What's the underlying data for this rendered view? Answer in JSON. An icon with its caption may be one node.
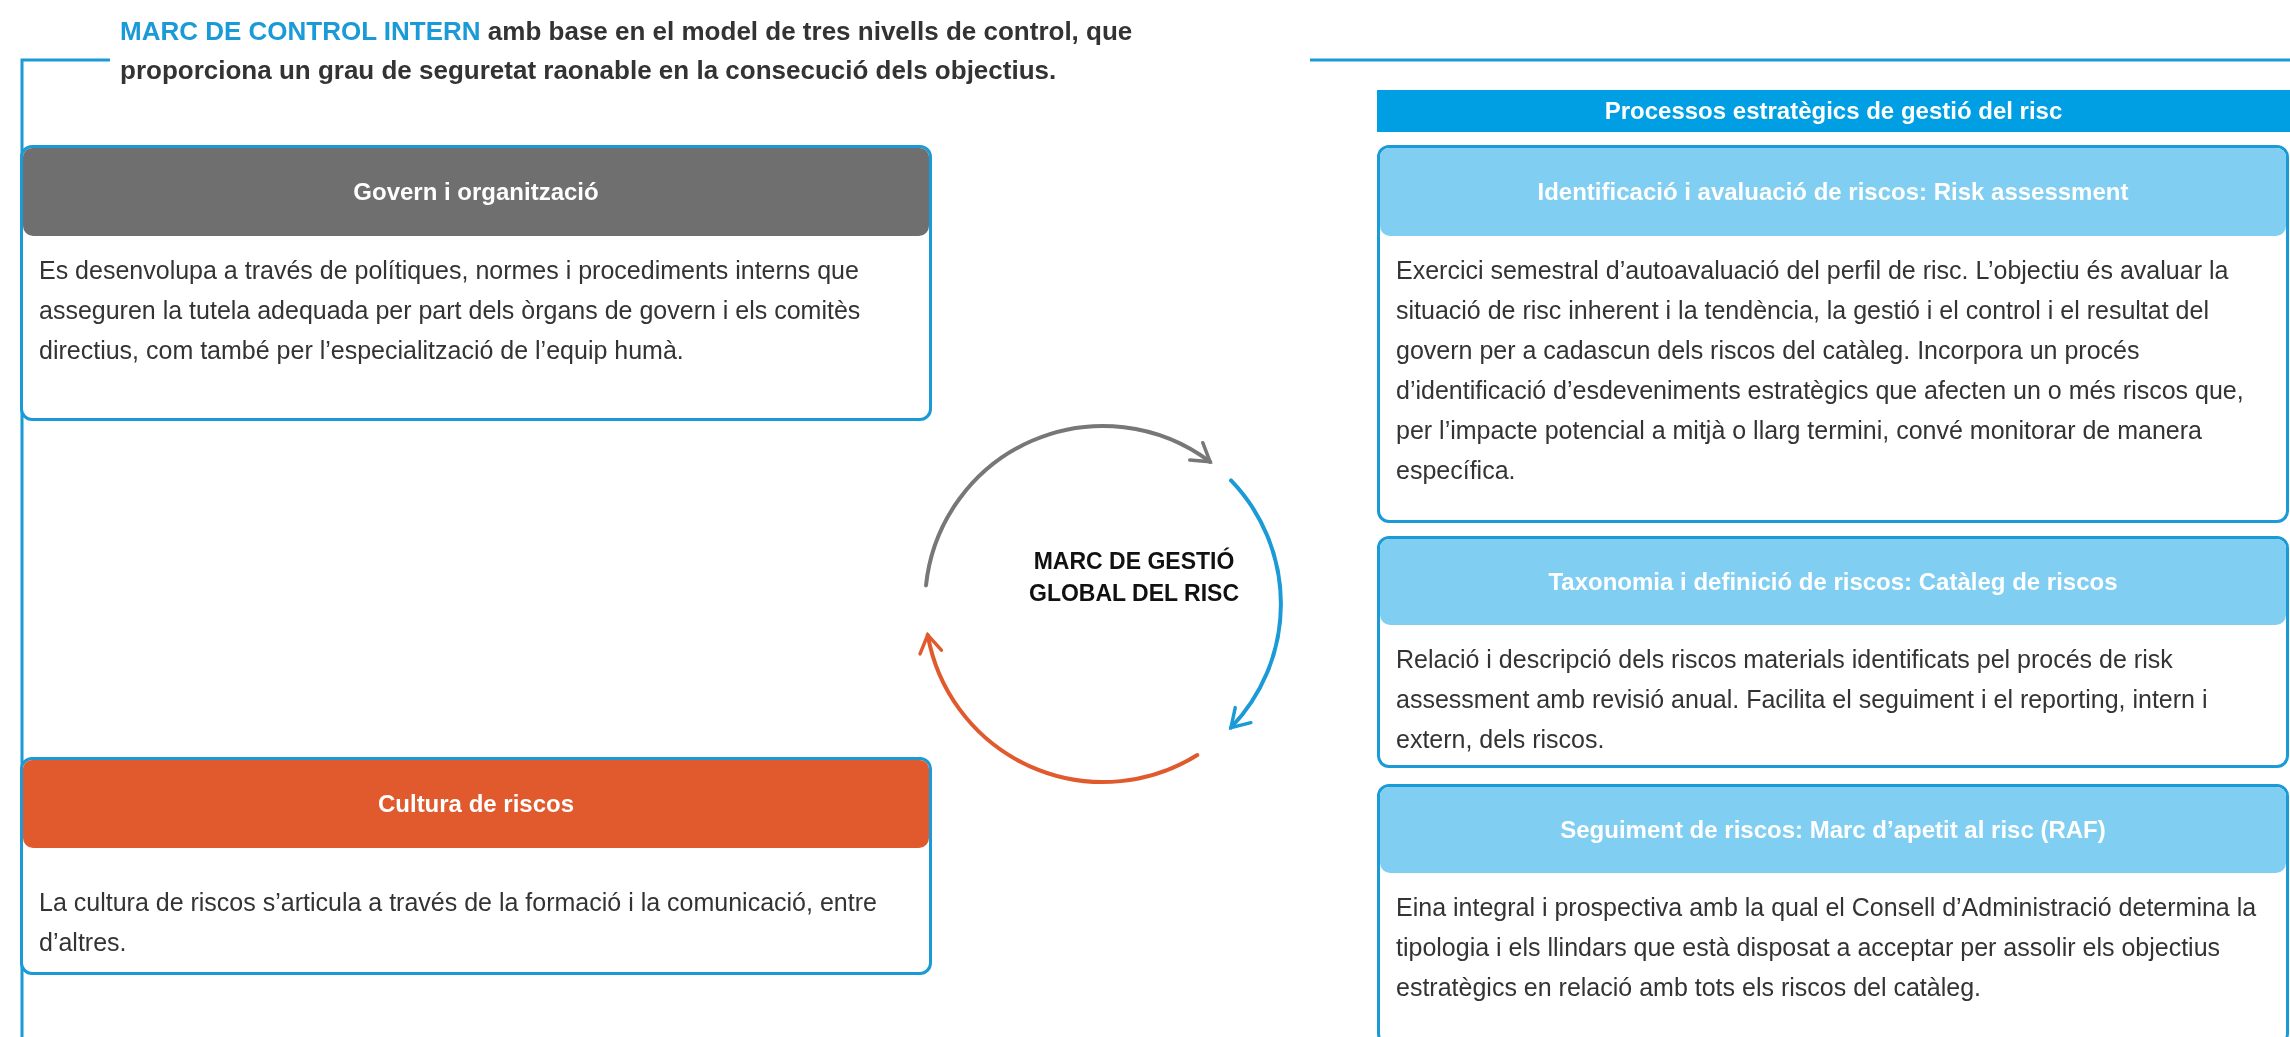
{
  "diagram": {
    "nodes": [
      {
        "text": [
          "MARC DE CONTROL INTERN",
          "amb base en el model de tres nivells de control, que proporciona un grau de seguretat raonable en la consecució dels objectius."
        ]
      },
      {
        "text": [
          "Govern i organització",
          "Es desenvolupa a través de polítiques, normes i procediments interns que asseguren la tutela adequada per part dels òrgans de govern i els comitès directius, com també per l’especialització de l’equip humà."
        ],
        "in": 0
      },
      {
        "text": [
          "Cultura de riscos",
          "La cultura de riscos s’articula a través de la formació i la comunicació, entre d’altres."
        ],
        "in": 0
      },
      {
        "text": [
          "MARC DE GESTIÓ GLOBAL DEL RISC"
        ],
        "in": 0
      },
      {
        "text": [
          "Processos estratègics de gestió del risc"
        ]
      },
      {
        "text": [
          "Identificació i avaluació de riscos: Risk assessment",
          "Exercici semestral d’autoavaluació del perfil de risc. L’objectiu és avaluar la situació de risc inherent i la tendència, la gestió i el control i el resultat del govern per a cadascun dels riscos del catàleg. Incorpora un procés d’identificació d’esdeveniments estratègics que afecten un o més riscos que, per l’impacte potencial a mitjà o llarg termini, convé monitorar de manera específica."
        ]
      },
      {
        "text": [
          "Taxonomia i definició de riscos: Catàleg de riscos",
          "Relació i descripció dels riscos materials identificats pel procés de risk assessment amb revisió anual. Facilita el seguiment i el reporting, intern i extern, dels riscos."
        ]
      },
      {
        "text": [
          "Seguiment de riscos: Marc d’apetit al risc (RAF)",
          "Eina integral i prospectiva amb la qual el Consell d’Administració determina la tipologia i els llindars que està disposat a acceptar per assolir els objectius estratègics en relació amb tots els riscos del catàleg."
        ]
      }
    ]
  }
}
